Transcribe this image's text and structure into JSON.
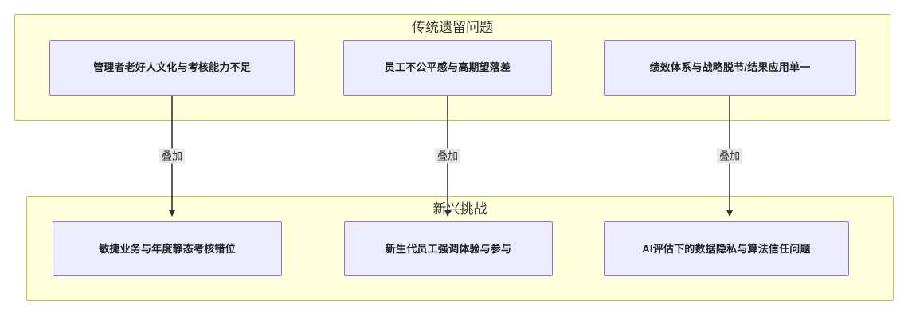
{
  "diagram": {
    "type": "flowchart",
    "direction": "top-to-bottom",
    "clusters": [
      {
        "id": "legacy",
        "title": "传统遗留问题",
        "nodes": [
          {
            "id": "L1",
            "label": "管理者老好人文化与考核能力不足"
          },
          {
            "id": "L2",
            "label": "员工不公平感与高期望落差"
          },
          {
            "id": "L3",
            "label": "绩效体系与战略脱节/结果应用单一"
          }
        ]
      },
      {
        "id": "emerging",
        "title": "新兴挑战",
        "nodes": [
          {
            "id": "E1",
            "label": "敏捷业务与年度静态考核错位"
          },
          {
            "id": "E2",
            "label": "新生代员工强调体验与参与"
          },
          {
            "id": "E3",
            "label": "AI评估下的数据隐私与算法信任问题"
          }
        ]
      }
    ],
    "edges": [
      {
        "from": "L1",
        "to": "E1",
        "label": "叠加"
      },
      {
        "from": "L2",
        "to": "E2",
        "label": "叠加"
      },
      {
        "from": "L3",
        "to": "E3",
        "label": "叠加"
      }
    ],
    "colors": {
      "cluster_fill": "#ffffde",
      "cluster_stroke": "#bfbf4d",
      "node_fill": "#ececff",
      "node_stroke": "#9370db",
      "edge_stroke": "#333333",
      "edge_label_bg": "#e8e8e8",
      "text": "#1f1f1f"
    }
  }
}
